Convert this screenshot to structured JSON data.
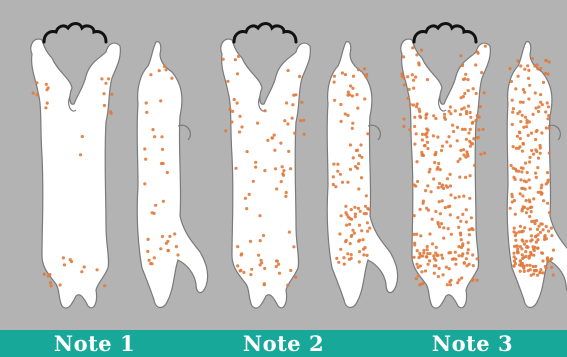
{
  "colors": {
    "background": "#b3b3b3",
    "carcass_fill": "#ffffff",
    "carcass_outline": "#7a7a7a",
    "hook": "#111111",
    "fat_spot": "#e07a3c",
    "caption_bar": "#17a89a",
    "caption_text": "#ffffff"
  },
  "icons": [
    "hanging-hook-icon",
    "carcass-front-view",
    "carcass-side-view",
    "fat-spot-dots"
  ],
  "panels": [
    {
      "caption": "Note 1",
      "marbling_level": "low"
    },
    {
      "caption": "Note 2",
      "marbling_level": "medium"
    },
    {
      "caption": "Note 3",
      "marbling_level": "high"
    }
  ]
}
